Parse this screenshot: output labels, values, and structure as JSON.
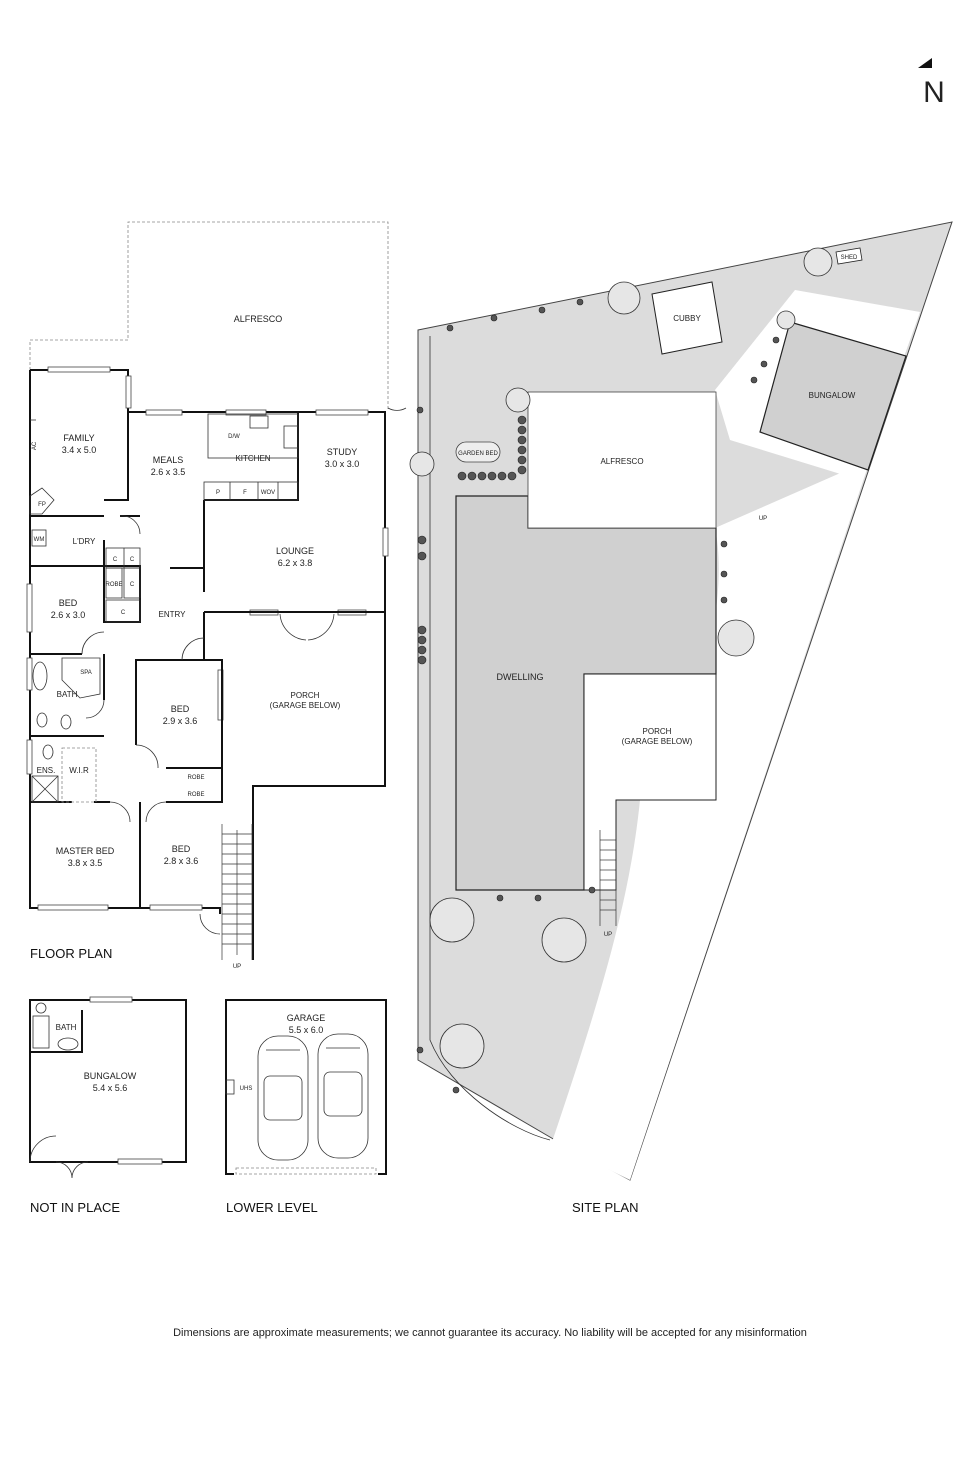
{
  "compass": {
    "label": "N"
  },
  "headings": {
    "floor_plan": "FLOOR PLAN",
    "not_in_place": "NOT IN PLACE",
    "lower_level": "LOWER LEVEL",
    "site_plan": "SITE PLAN"
  },
  "floor_plan": {
    "alfresco": "ALFRESCO",
    "family": {
      "name": "FAMILY",
      "size": "3.4 x 5.0"
    },
    "meals": {
      "name": "MEALS",
      "size": "2.6 x 3.5"
    },
    "kitchen": "KITCHEN",
    "dw": "D/W",
    "study": {
      "name": "STUDY",
      "size": "3.0 x 3.0"
    },
    "pantry": "P",
    "fridge": "F",
    "wov": "WOV",
    "fp": "FP",
    "ac": "AC",
    "wm": "WM",
    "laundry": "L'DRY",
    "cupboard": "C",
    "robe": "ROBE",
    "lounge": {
      "name": "LOUNGE",
      "size": "6.2 x 3.8"
    },
    "bed1": {
      "name": "BED",
      "size": "2.6 x 3.0"
    },
    "entry": "ENTRY",
    "spa": "SPA",
    "bath": "BATH",
    "porch": {
      "name": "PORCH",
      "note": "(GARAGE BELOW)"
    },
    "bed2": {
      "name": "BED",
      "size": "2.9 x 3.6"
    },
    "ens": "ENS.",
    "wir": "W.I.R",
    "master": {
      "name": "MASTER BED",
      "size": "3.8 x 3.5"
    },
    "bed3": {
      "name": "BED",
      "size": "2.8 x 3.6"
    },
    "up": "UP"
  },
  "bungalow_plan": {
    "bath": "BATH",
    "name": "BUNGALOW",
    "size": "5.4 x 5.6"
  },
  "garage_plan": {
    "name": "GARAGE",
    "size": "5.5 x 6.0",
    "uhs": "UHS"
  },
  "site_plan": {
    "shed": "SHED",
    "cubby": "CUBBY",
    "bungalow": "BUNGALOW",
    "alfresco": "ALFRESCO",
    "garden_bed": "GARDEN BED",
    "dwelling": "DWELLING",
    "porch": {
      "name": "PORCH",
      "note": "(GARAGE BELOW)"
    },
    "up": "UP"
  },
  "disclaimer": "Dimensions are approximate measurements; we cannot guarantee its accuracy. No liability will be accepted for any misinformation",
  "colors": {
    "site_fill": "#dcdcdc",
    "building_fill": "#d0d0d0",
    "line": "#111111"
  }
}
